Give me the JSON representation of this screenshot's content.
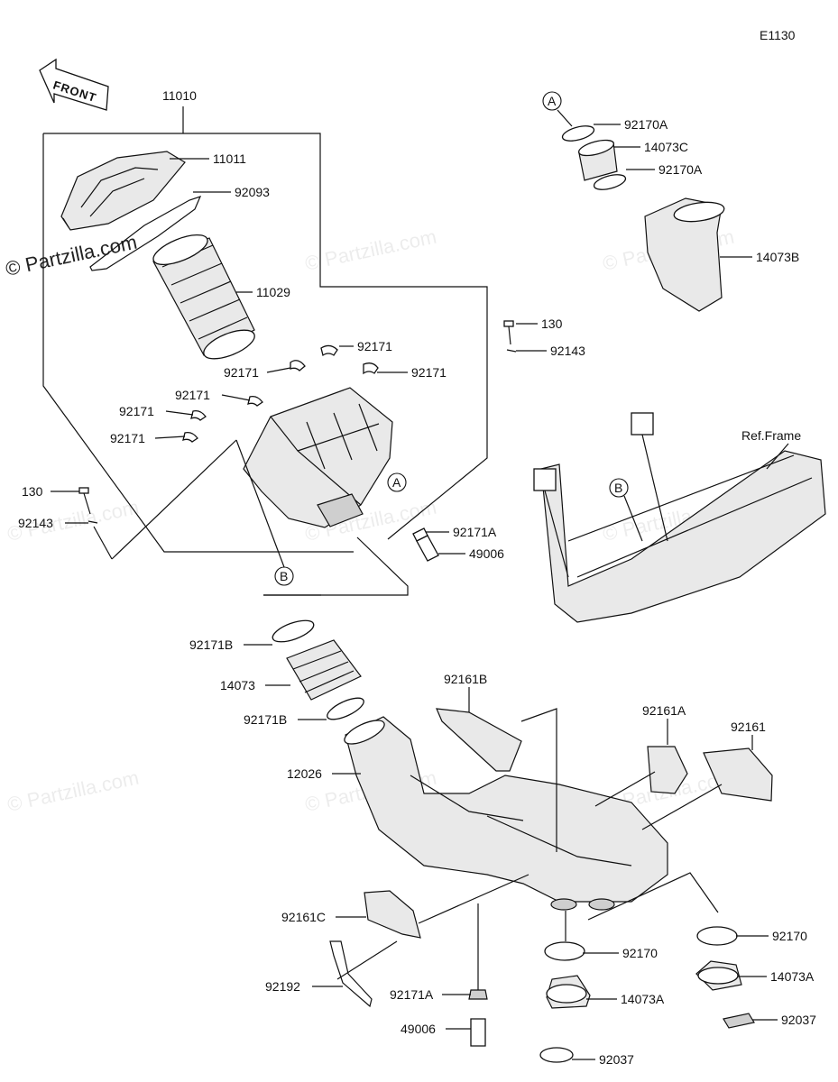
{
  "diagram_code": "E1130",
  "front_label": "FRONT",
  "watermark_main": "© Partzilla.com",
  "watermark": "© Partzilla.com",
  "ref_frame": "Ref.Frame",
  "callout_A": "A",
  "callout_B": "B",
  "parts": {
    "p11010": "11010",
    "p11011": "11011",
    "p92093": "92093",
    "p11029": "11029",
    "p92171_a": "92171",
    "p92171_b": "92171",
    "p92171_c": "92171",
    "p92171_d": "92171",
    "p92171_e": "92171",
    "p92171_f": "92171",
    "p130_top": "130",
    "p92143_top": "92143",
    "p130_left": "130",
    "p92143_left": "92143",
    "p92171A_top": "92171A",
    "p49006_top": "49006",
    "p92170A_1": "92170A",
    "p14073C": "14073C",
    "p92170A_2": "92170A",
    "p14073B": "14073B",
    "p92171B_1": "92171B",
    "p14073": "14073",
    "p92171B_2": "92171B",
    "p92161B": "92161B",
    "p92161A": "92161A",
    "p92161": "92161",
    "p12026": "12026",
    "p92161C": "92161C",
    "p92192": "92192",
    "p92170_1": "92170",
    "p92170_2": "92170",
    "p92171A_bot": "92171A",
    "p14073A_1": "14073A",
    "p14073A_2": "14073A",
    "p49006_bot": "49006",
    "p92037_1": "92037",
    "p92037_2": "92037"
  }
}
